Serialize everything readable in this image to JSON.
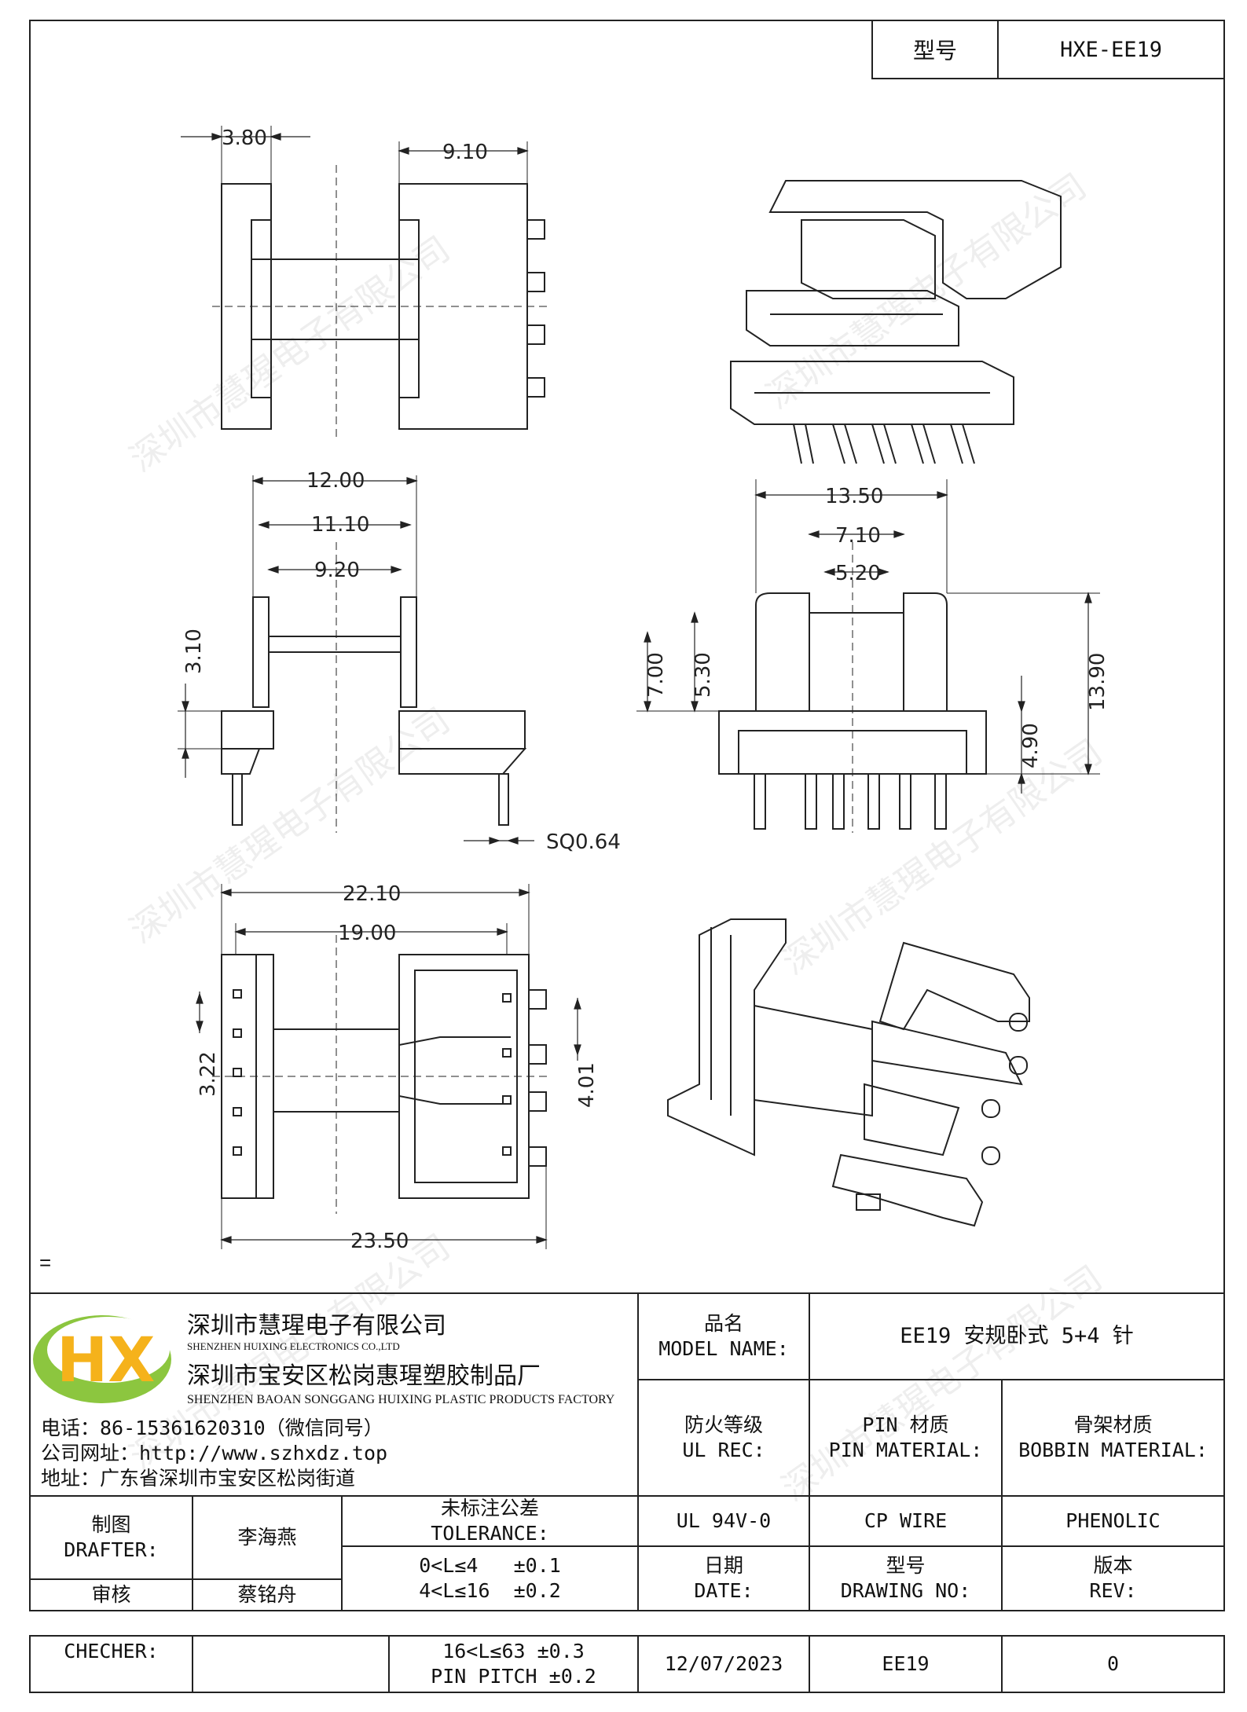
{
  "header": {
    "model_label": "型号",
    "model_value": "HXE-EE19"
  },
  "watermark": "深圳市慧瑆电子有限公司",
  "stray_mark": "=",
  "drawing": {
    "top_view_dims": {
      "d1": "3.80",
      "d2": "9.10"
    },
    "side_view_dims": {
      "d1": "12.00",
      "d2": "11.10",
      "d3": "9.20",
      "d4": "3.10",
      "pin": "SQ0.64"
    },
    "front_view_dims": {
      "d1": "13.50",
      "d2": "7.10",
      "d3": "5.20",
      "d4": "7.00",
      "d5": "5.30",
      "d6": "13.90",
      "d7": "4.90"
    },
    "bottom_view_dims": {
      "d1": "22.10",
      "d2": "19.00",
      "d3": "3.22",
      "d4": "4.01",
      "d5": "23.50"
    }
  },
  "company": {
    "logo_text": "HX",
    "name_cn": "深圳市慧瑆电子有限公司",
    "name_en": "SHENZHEN HUIXING ELECTRONICS CO.,LTD",
    "factory_cn": "深圳市宝安区松岗惠瑆塑胶制品厂",
    "factory_en": "SHENZHEN BAOAN SONGGANG HUIXING PLASTIC PRODUCTS FACTORY",
    "phone": "电话：86-15361620310（微信同号）",
    "website": "公司网址：http://www.szhxdz.top",
    "address": "地址：广东省深圳市宝安区松岗街道"
  },
  "title_block": {
    "model_name_cn": "品名",
    "model_name_en": "MODEL NAME:",
    "model_name_value": "EE19 安规卧式 5+4 针",
    "ul_cn": "防火等级",
    "ul_en": "UL REC:",
    "pin_cn": "PIN 材质",
    "pin_en": "PIN MATERIAL:",
    "bobbin_cn": "骨架材质",
    "bobbin_en": "BOBBIN MATERIAL:",
    "ul_value": "UL 94V-0",
    "pin_value": "CP WIRE",
    "bobbin_value": "PHENOLIC",
    "drafter_cn": "制图",
    "drafter_en": "DRAFTER:",
    "drafter_name": "李海燕",
    "checker_cn": "审核",
    "checker_name": "蔡铭舟",
    "checker_en": "CHECHER:",
    "tolerance_cn": "未标注公差",
    "tolerance_en": "TOLERANCE:",
    "tol1": "0<L≤4   ±0.1",
    "tol2": "4<L≤16  ±0.2",
    "tol3": "16<L≤63 ±0.3",
    "tol4": "PIN PITCH ±0.2",
    "date_cn": "日期",
    "date_en": "DATE:",
    "drawing_no_cn": "型号",
    "drawing_no_en": "DRAWING NO:",
    "rev_cn": "版本",
    "rev_en": "REV:",
    "date_value": "12/07/2023",
    "drawing_no_value": "EE19",
    "rev_value": "0"
  }
}
